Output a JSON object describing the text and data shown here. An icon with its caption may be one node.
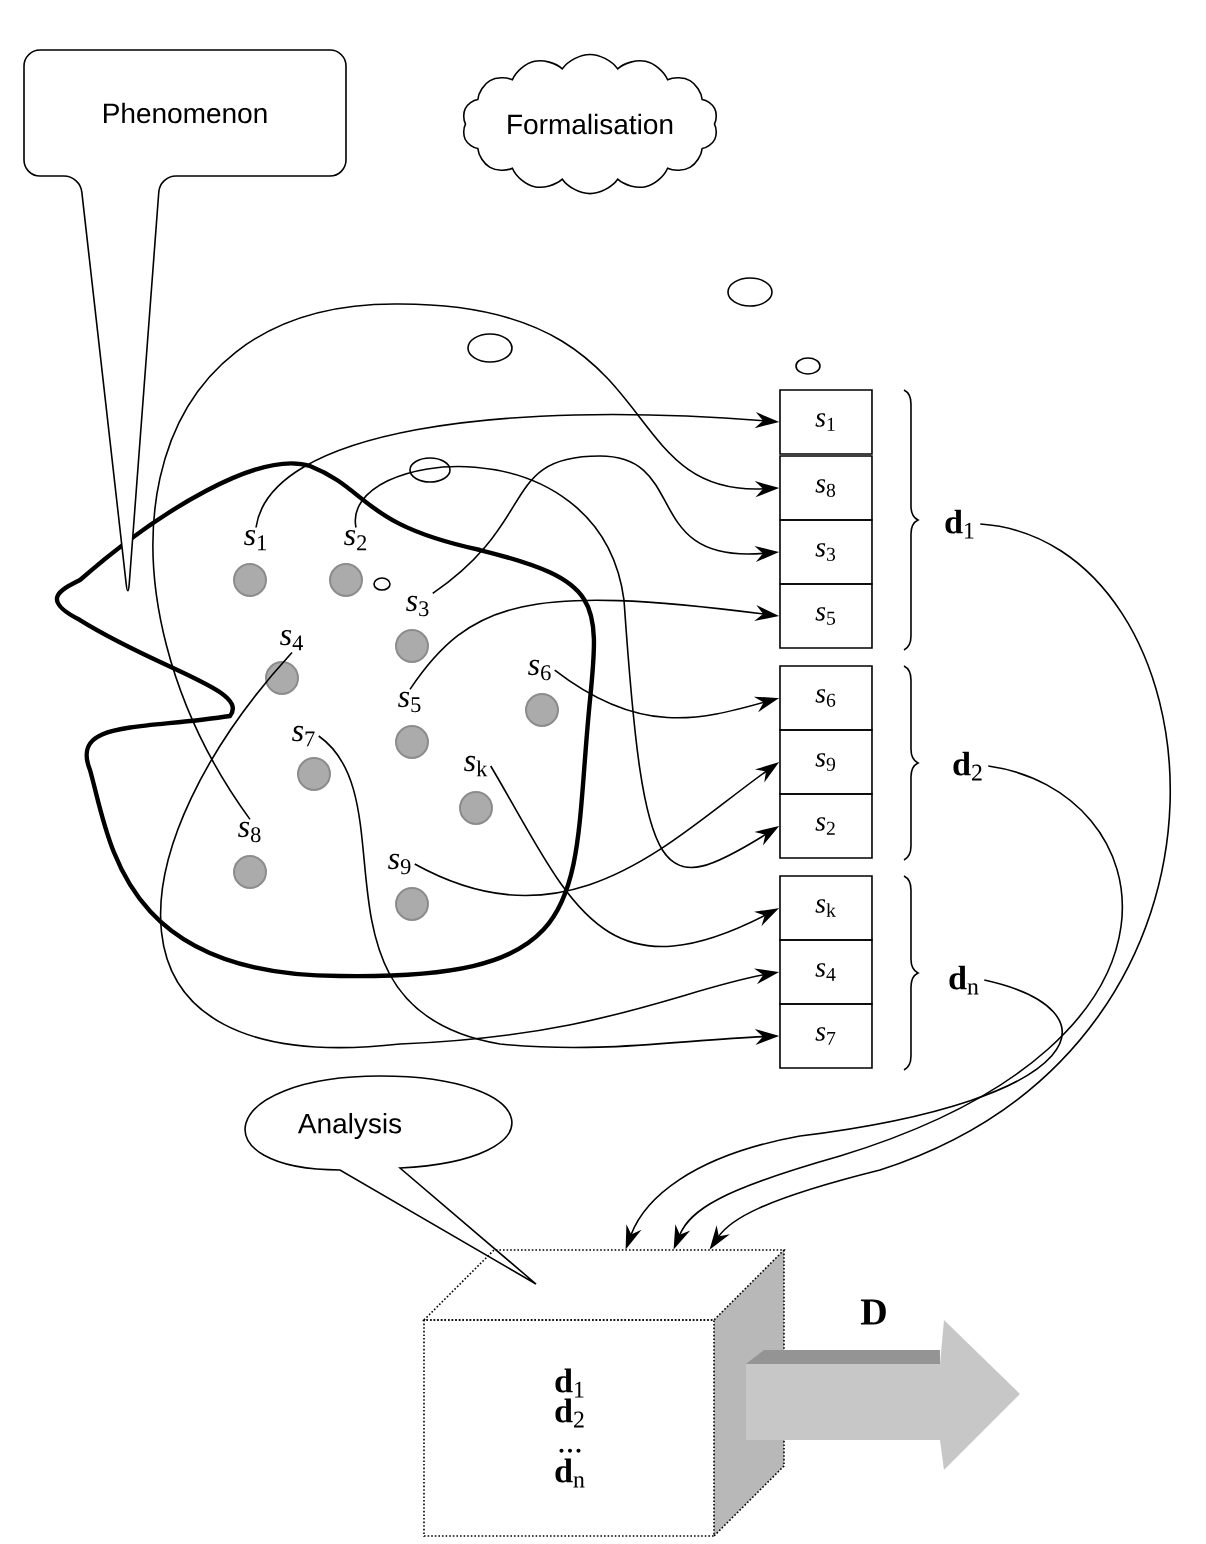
{
  "diagram": {
    "nodes": [
      {
        "text": [
          "Phenomenon"
        ]
      },
      {
        "text": [
          "Formalisation"
        ]
      },
      {
        "text": [
          "*s*$_{1}$"
        ]
      },
      {
        "text": [
          "*s*$_{2}$"
        ]
      },
      {
        "text": [
          "*s*$_{3}$"
        ]
      },
      {
        "text": [
          "*s*$_{4}$"
        ]
      },
      {
        "text": [
          "*s*$_{5}$"
        ]
      },
      {
        "text": [
          "*s*$_{6}$"
        ]
      },
      {
        "text": [
          "*s*$_{7}$"
        ]
      },
      {
        "text": [
          "*s*$_{k}$"
        ]
      },
      {
        "text": [
          "*s*$_{8}$"
        ]
      },
      {
        "text": [
          "*s*$_{9}$"
        ]
      },
      {
        "text": [
          "*s*$_{1}$"
        ]
      },
      {
        "text": [
          "*s*$_{8}$"
        ]
      },
      {
        "text": [
          "*s*$_{3}$"
        ]
      },
      {
        "text": [
          "*s*$_{5}$"
        ]
      },
      {
        "text": [
          "*s*$_{6}$"
        ]
      },
      {
        "text": [
          "*s*$_{9}$"
        ]
      },
      {
        "text": [
          "*s*$_{2}$"
        ]
      },
      {
        "text": [
          "*s*$_{k}$"
        ]
      },
      {
        "text": [
          "*s*$_{4}$"
        ]
      },
      {
        "text": [
          "*s*$_{7}$"
        ]
      },
      {
        "text": [
          "**d**$_{1}$"
        ]
      },
      {
        "text": [
          "**d**$_{2}$"
        ]
      },
      {
        "text": [
          "**d**$_{n}$"
        ]
      },
      {
        "text": [
          "Analysis"
        ]
      },
      {
        "text": [
          "**d**$_{1}$",
          "**d**$_{2}$",
          "...",
          "**d**$_{n}$"
        ]
      }
    ],
    "edges": [
      {
        "from": 2,
        "to": 12,
        "arrow": "to"
      },
      {
        "from": 3,
        "to": 18,
        "arrow": "to"
      },
      {
        "from": 4,
        "to": 14,
        "arrow": "to"
      },
      {
        "from": 5,
        "to": 20,
        "arrow": "to"
      },
      {
        "from": 6,
        "to": 15,
        "arrow": "to"
      },
      {
        "from": 7,
        "to": 16,
        "arrow": "to"
      },
      {
        "from": 8,
        "to": 21,
        "arrow": "to"
      },
      {
        "from": 9,
        "to": 19,
        "arrow": "to"
      },
      {
        "from": 10,
        "to": 13,
        "arrow": "to"
      },
      {
        "from": 11,
        "to": 17,
        "arrow": "to"
      },
      {
        "from": 22,
        "to": 26,
        "arrow": "to"
      },
      {
        "from": 23,
        "to": 26,
        "arrow": "to"
      },
      {
        "from": 24,
        "to": 26,
        "arrow": "to"
      }
    ],
    "labels": [
      "D"
    ]
  }
}
